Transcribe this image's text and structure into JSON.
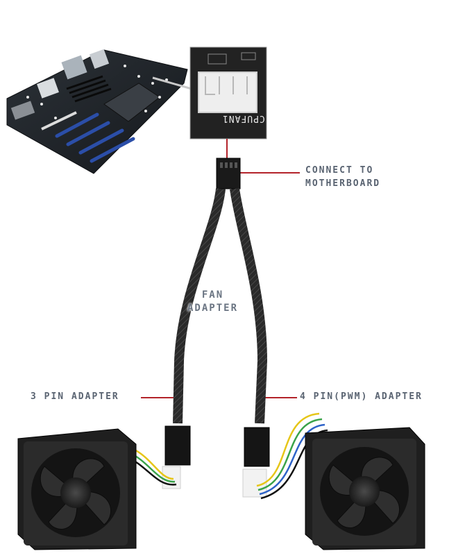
{
  "labels": {
    "connect_line1": "CONNECT TO",
    "connect_line2": "MOTHERBOARD",
    "fan_line1": "FAN",
    "fan_line2": "ADAPTER",
    "three_pin": "3 PIN ADAPTER",
    "four_pin": "4 PIN(PWM) ADAPTER",
    "header_text": "CPUFAN1"
  },
  "colors": {
    "leader_line": "#b3232a",
    "label_text": "#5a6472",
    "cable_sleeve": "#2a2a2a",
    "pcb": "#1e2328",
    "pcie_slot": "#2b4ea8",
    "wire_yellow": "#e6c619",
    "wire_green": "#3aa34a",
    "wire_blue": "#2e63c8",
    "wire_black": "#111111"
  }
}
